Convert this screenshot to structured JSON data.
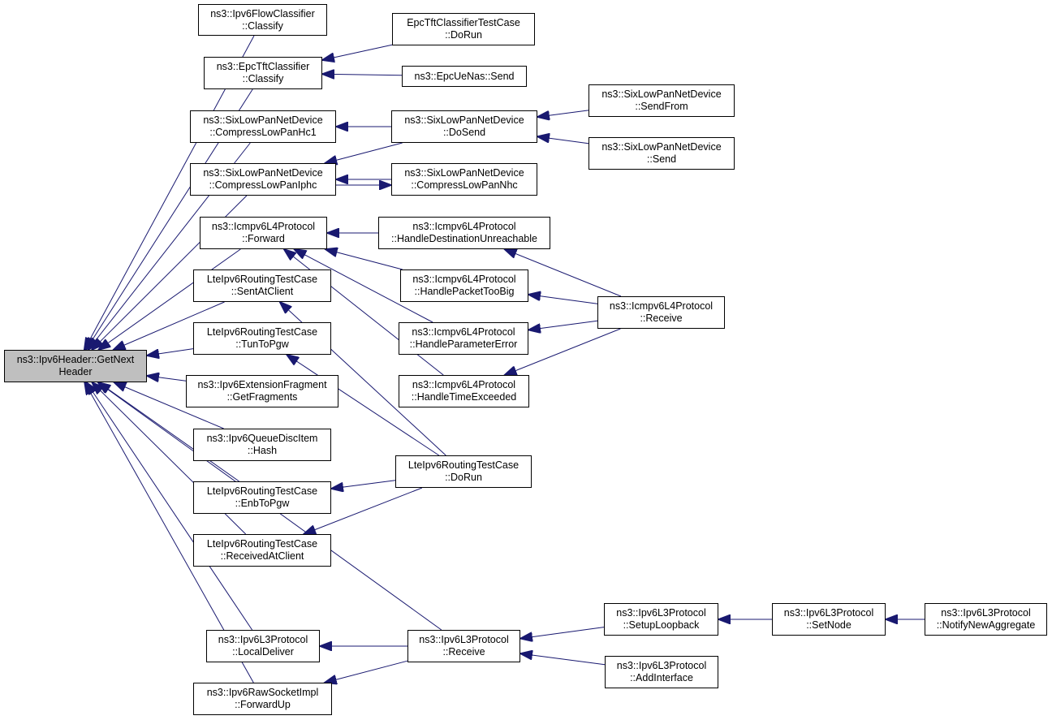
{
  "colors": {
    "edge": "#191970",
    "border": "#000000",
    "root_fill": "#bfbfbf",
    "node_fill": "#ffffff"
  },
  "nodes": {
    "getnextheader": [
      "ns3::Ipv6Header::GetNext",
      "Header"
    ],
    "ipv6flow_classify": [
      "ns3::Ipv6FlowClassifier",
      "::Classify"
    ],
    "epctft_classify": [
      "ns3::EpcTftClassifier",
      "::Classify"
    ],
    "compress_hc1": [
      "ns3::SixLowPanNetDevice",
      "::CompressLowPanHc1"
    ],
    "compress_iphc": [
      "ns3::SixLowPanNetDevice",
      "::CompressLowPanIphc"
    ],
    "icmp_forward": [
      "ns3::Icmpv6L4Protocol",
      "::Forward"
    ],
    "lte_sentatclient": [
      "LteIpv6RoutingTestCase",
      "::SentAtClient"
    ],
    "lte_tuntopgw": [
      "LteIpv6RoutingTestCase",
      "::TunToPgw"
    ],
    "extfrag_getfragments": [
      "ns3::Ipv6ExtensionFragment",
      "::GetFragments"
    ],
    "queuedisc_hash": [
      "ns3::Ipv6QueueDiscItem",
      "::Hash"
    ],
    "lte_enbtopgw": [
      "LteIpv6RoutingTestCase",
      "::EnbToPgw"
    ],
    "lte_receivedatclient": [
      "LteIpv6RoutingTestCase",
      "::ReceivedAtClient"
    ],
    "l3_localdeliver": [
      "ns3::Ipv6L3Protocol",
      "::LocalDeliver"
    ],
    "rawsocket_forwardup": [
      "ns3::Ipv6RawSocketImpl",
      "::ForwardUp"
    ],
    "epctft_test_dorun": [
      "EpcTftClassifierTestCase",
      "::DoRun"
    ],
    "epcuenas_send": [
      "ns3::EpcUeNas::Send"
    ],
    "sixlowpan_dosend": [
      "ns3::SixLowPanNetDevice",
      "::DoSend"
    ],
    "compress_nhc": [
      "ns3::SixLowPanNetDevice",
      "::CompressLowPanNhc"
    ],
    "icmp_handle_destunreach": [
      "ns3::Icmpv6L4Protocol",
      "::HandleDestinationUnreachable"
    ],
    "icmp_handle_toobig": [
      "ns3::Icmpv6L4Protocol",
      "::HandlePacketTooBig"
    ],
    "icmp_handle_paramerror": [
      "ns3::Icmpv6L4Protocol",
      "::HandleParameterError"
    ],
    "icmp_handle_timeexceeded": [
      "ns3::Icmpv6L4Protocol",
      "::HandleTimeExceeded"
    ],
    "lte_dorun": [
      "LteIpv6RoutingTestCase",
      "::DoRun"
    ],
    "l3_receive": [
      "ns3::Ipv6L3Protocol",
      "::Receive"
    ],
    "sixlowpan_sendfrom": [
      "ns3::SixLowPanNetDevice",
      "::SendFrom"
    ],
    "sixlowpan_send": [
      "ns3::SixLowPanNetDevice",
      "::Send"
    ],
    "icmp_receive": [
      "ns3::Icmpv6L4Protocol",
      "::Receive"
    ],
    "l3_setuploopback": [
      "ns3::Ipv6L3Protocol",
      "::SetupLoopback"
    ],
    "l3_addinterface": [
      "ns3::Ipv6L3Protocol",
      "::AddInterface"
    ],
    "l3_setnode": [
      "ns3::Ipv6L3Protocol",
      "::SetNode"
    ],
    "l3_notifynewaggregate": [
      "ns3::Ipv6L3Protocol",
      "::NotifyNewAggregate"
    ]
  },
  "edges": [
    [
      "ipv6flow_classify",
      "getnextheader"
    ],
    [
      "epctft_classify",
      "getnextheader"
    ],
    [
      "compress_hc1",
      "getnextheader"
    ],
    [
      "compress_iphc",
      "getnextheader"
    ],
    [
      "icmp_forward",
      "getnextheader"
    ],
    [
      "lte_sentatclient",
      "getnextheader"
    ],
    [
      "lte_tuntopgw",
      "getnextheader"
    ],
    [
      "extfrag_getfragments",
      "getnextheader"
    ],
    [
      "queuedisc_hash",
      "getnextheader"
    ],
    [
      "lte_enbtopgw",
      "getnextheader"
    ],
    [
      "lte_receivedatclient",
      "getnextheader"
    ],
    [
      "l3_receive",
      "getnextheader"
    ],
    [
      "l3_localdeliver",
      "getnextheader"
    ],
    [
      "rawsocket_forwardup",
      "getnextheader"
    ],
    [
      "epctft_test_dorun",
      "epctft_classify"
    ],
    [
      "epcuenas_send",
      "epctft_classify"
    ],
    [
      "sixlowpan_dosend",
      "compress_hc1"
    ],
    [
      "sixlowpan_dosend",
      "compress_iphc"
    ],
    [
      "compress_nhc",
      "compress_iphc"
    ],
    [
      "compress_iphc",
      "compress_nhc"
    ],
    [
      "sixlowpan_sendfrom",
      "sixlowpan_dosend"
    ],
    [
      "sixlowpan_send",
      "sixlowpan_dosend"
    ],
    [
      "icmp_handle_destunreach",
      "icmp_forward"
    ],
    [
      "icmp_handle_toobig",
      "icmp_forward"
    ],
    [
      "icmp_handle_paramerror",
      "icmp_forward"
    ],
    [
      "icmp_handle_timeexceeded",
      "icmp_forward"
    ],
    [
      "icmp_receive",
      "icmp_handle_destunreach"
    ],
    [
      "icmp_receive",
      "icmp_handle_toobig"
    ],
    [
      "icmp_receive",
      "icmp_handle_paramerror"
    ],
    [
      "icmp_receive",
      "icmp_handle_timeexceeded"
    ],
    [
      "lte_dorun",
      "lte_sentatclient"
    ],
    [
      "lte_dorun",
      "lte_tuntopgw"
    ],
    [
      "lte_dorun",
      "lte_enbtopgw"
    ],
    [
      "lte_dorun",
      "lte_receivedatclient"
    ],
    [
      "l3_receive",
      "l3_localdeliver"
    ],
    [
      "l3_receive",
      "rawsocket_forwardup"
    ],
    [
      "l3_setuploopback",
      "l3_receive"
    ],
    [
      "l3_addinterface",
      "l3_receive"
    ],
    [
      "l3_setnode",
      "l3_setuploopback"
    ],
    [
      "l3_notifynewaggregate",
      "l3_setnode"
    ]
  ]
}
